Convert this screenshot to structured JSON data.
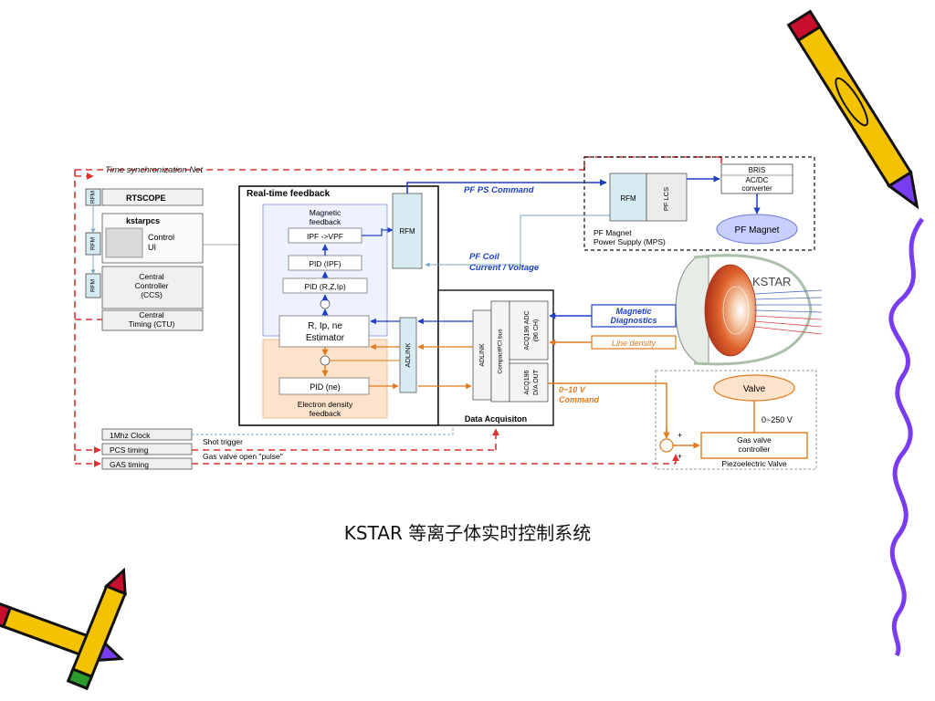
{
  "diagram": {
    "time_sync_net": "Time synchronization  Net",
    "rtscope": "RTSCOPE",
    "kstarpcs": "kstarpcs",
    "control_ui": "Control\nUI",
    "rfm": "RFM",
    "ccs": "Central\nController\n(CCS)",
    "ctu": "Central\nTiming (CTU)",
    "clock_1mhz": "1Mhz Clock",
    "pcs_timing": "PCS timing",
    "gas_timing": "GAS timing",
    "shot_trigger": "Shot trigger",
    "gas_valve_open": "Gas valve open \"pulse\"",
    "realtime_feedback": "Real-time feedback",
    "magnetic_feedback": "Magnetic\nfeedback",
    "ipf_vpf": "IPF ->VPF",
    "pid_ipf": "PID (IPF)",
    "pid_rzip": "PID (R,Z,Ip)",
    "estimator": "R, Ip, ne\nEstimator",
    "pid_ne": "PID (ne)",
    "electron_density_feedback": "Electron density\nfeedback",
    "adlink": "ADLINK",
    "compactpci": "CompactPCI bus",
    "acq196_adc": "ACQ196 ADC\n(96 CH)",
    "acq196_da": "ACQ196\nD/A OUT",
    "data_acquisition": "Data Acquisiton",
    "pf_ps_command": "PF PS Command",
    "pf_coil": "PF Coil\nCurrent / Voltage",
    "pf_lcs": "PF LCS",
    "bris": "BRIS",
    "acdc": "AC/DC\nconverter",
    "pf_magnet_label": "PF Magnet",
    "pf_magnet_ps": "PF Magnet\nPower Supply (MPS)",
    "kstar": "KSTAR",
    "magnetic_diagnostics": "Magnetic\nDiagnostics",
    "line_density": "Line density",
    "cmd_0_10v": "0~10 V\nCommand",
    "valve": "Valve",
    "v_0_250": "0~250 V",
    "gas_valve_controller": "Gas valve\ncontroller",
    "piezoelectric_valve": "Piezoelectric Valve"
  },
  "caption": "KSTAR 等离子体实时控制系统",
  "colors": {
    "red_dashed": "#e03030",
    "blue_arrow": "#1d3fc8",
    "orange_arrow": "#e07a1c",
    "feedback_fill": "#eef1ff",
    "density_fill": "#fde3cc",
    "rfm_fill": "#d7ecf2",
    "pencil_yellow": "#f5c200",
    "squiggle_purple": "#7a3cf0"
  },
  "icons": [
    "pencil-icon",
    "pencil-icon",
    "pencil-icon",
    "squiggle-decoration"
  ]
}
